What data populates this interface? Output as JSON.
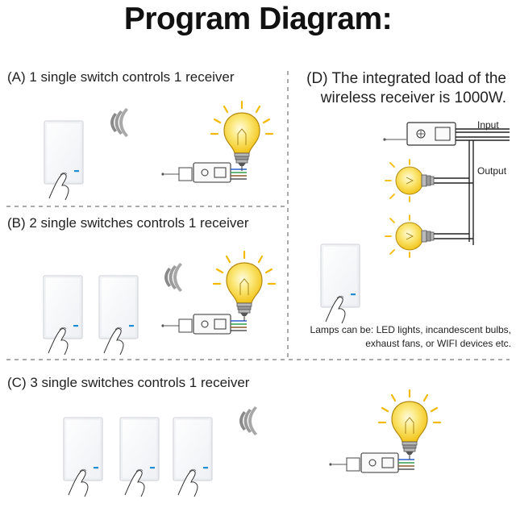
{
  "title": "Program Diagram:",
  "sections": {
    "a": "(A)  1 single switch controls 1 receiver",
    "b": "(B)  2 single switches controls  1 receiver",
    "c": "(C)  3 single switches controls  1 receiver",
    "d_line1": "(D)  The integrated load of the",
    "d_line2": "wireless receiver is 1000W."
  },
  "wiring": {
    "input": "Input",
    "output": "Output"
  },
  "lamps_note": {
    "line1": "Lamps can be:  LED lights, incandescent bulbs,",
    "line2": "exhaust fans, or WIFI devices etc."
  },
  "colors": {
    "bulb": "#f7d32a",
    "bulb_light": "#fbe87a",
    "rays": "#f3b800",
    "led": "#1e8fd6",
    "wire_green": "#2e9e4a",
    "wire_blue": "#2a5fc9",
    "wire_brown": "#8a5a2b"
  }
}
